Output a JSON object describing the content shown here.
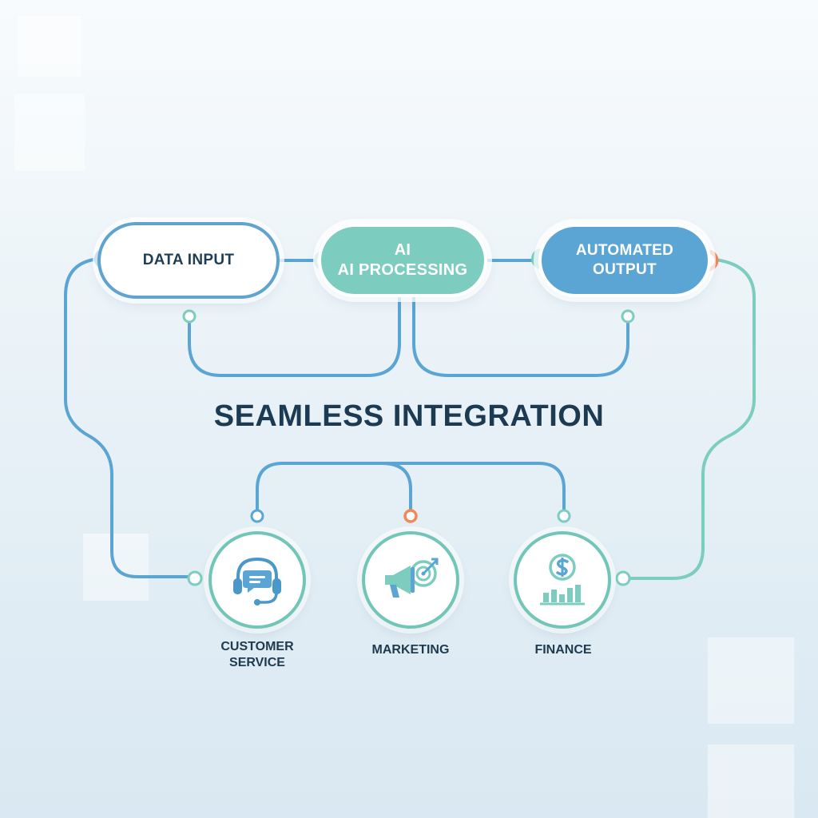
{
  "colors": {
    "wire_blue": "#5aa5d4",
    "wire_teal": "#7ccdbf",
    "accent_orange": "#f0885a",
    "title_text": "#1c3a52"
  },
  "pipeline": {
    "data_input": {
      "label": "DATA INPUT"
    },
    "ai_processing": {
      "line1": "AI",
      "line2": "AI PROCESSING"
    },
    "automated_output": {
      "line1": "AUTOMATED",
      "line2": "OUTPUT"
    }
  },
  "title": "SEAMLESS INTEGRATION",
  "departments": [
    {
      "icon": "headset-chat-icon",
      "line1": "CUSTOMER",
      "line2": "SERVICE"
    },
    {
      "icon": "megaphone-target-icon",
      "label": "MARKETING"
    },
    {
      "icon": "dollar-chart-icon",
      "label": "FINANCE"
    }
  ]
}
